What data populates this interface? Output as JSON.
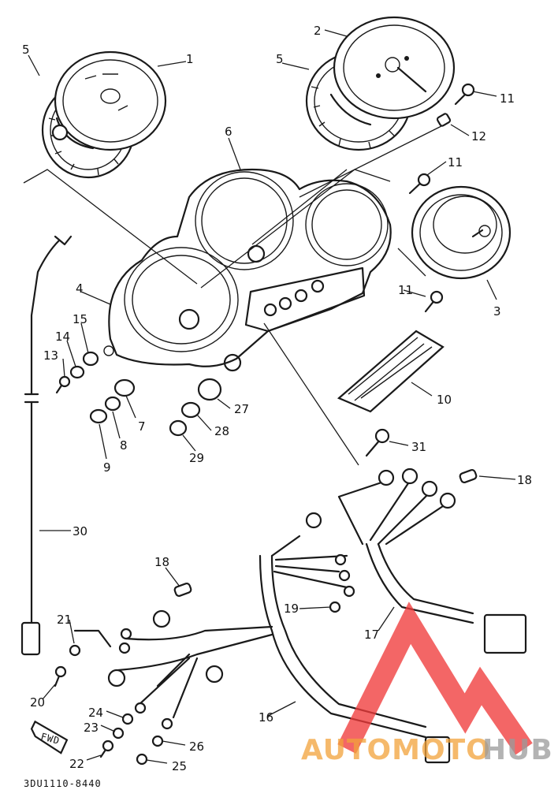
{
  "diagram": {
    "part_code": "3DU1110-8440",
    "fwd_label": "FWD",
    "watermark": {
      "part1": "AUTOMOTO",
      "part2": "HUB"
    },
    "callouts": [
      "1",
      "2",
      "3",
      "4",
      "5",
      "5",
      "6",
      "7",
      "8",
      "9",
      "10",
      "11",
      "11",
      "11",
      "12",
      "13",
      "14",
      "15",
      "16",
      "17",
      "18",
      "18",
      "19",
      "20",
      "21",
      "22",
      "23",
      "24",
      "25",
      "26",
      "27",
      "28",
      "29",
      "30",
      "31"
    ]
  }
}
